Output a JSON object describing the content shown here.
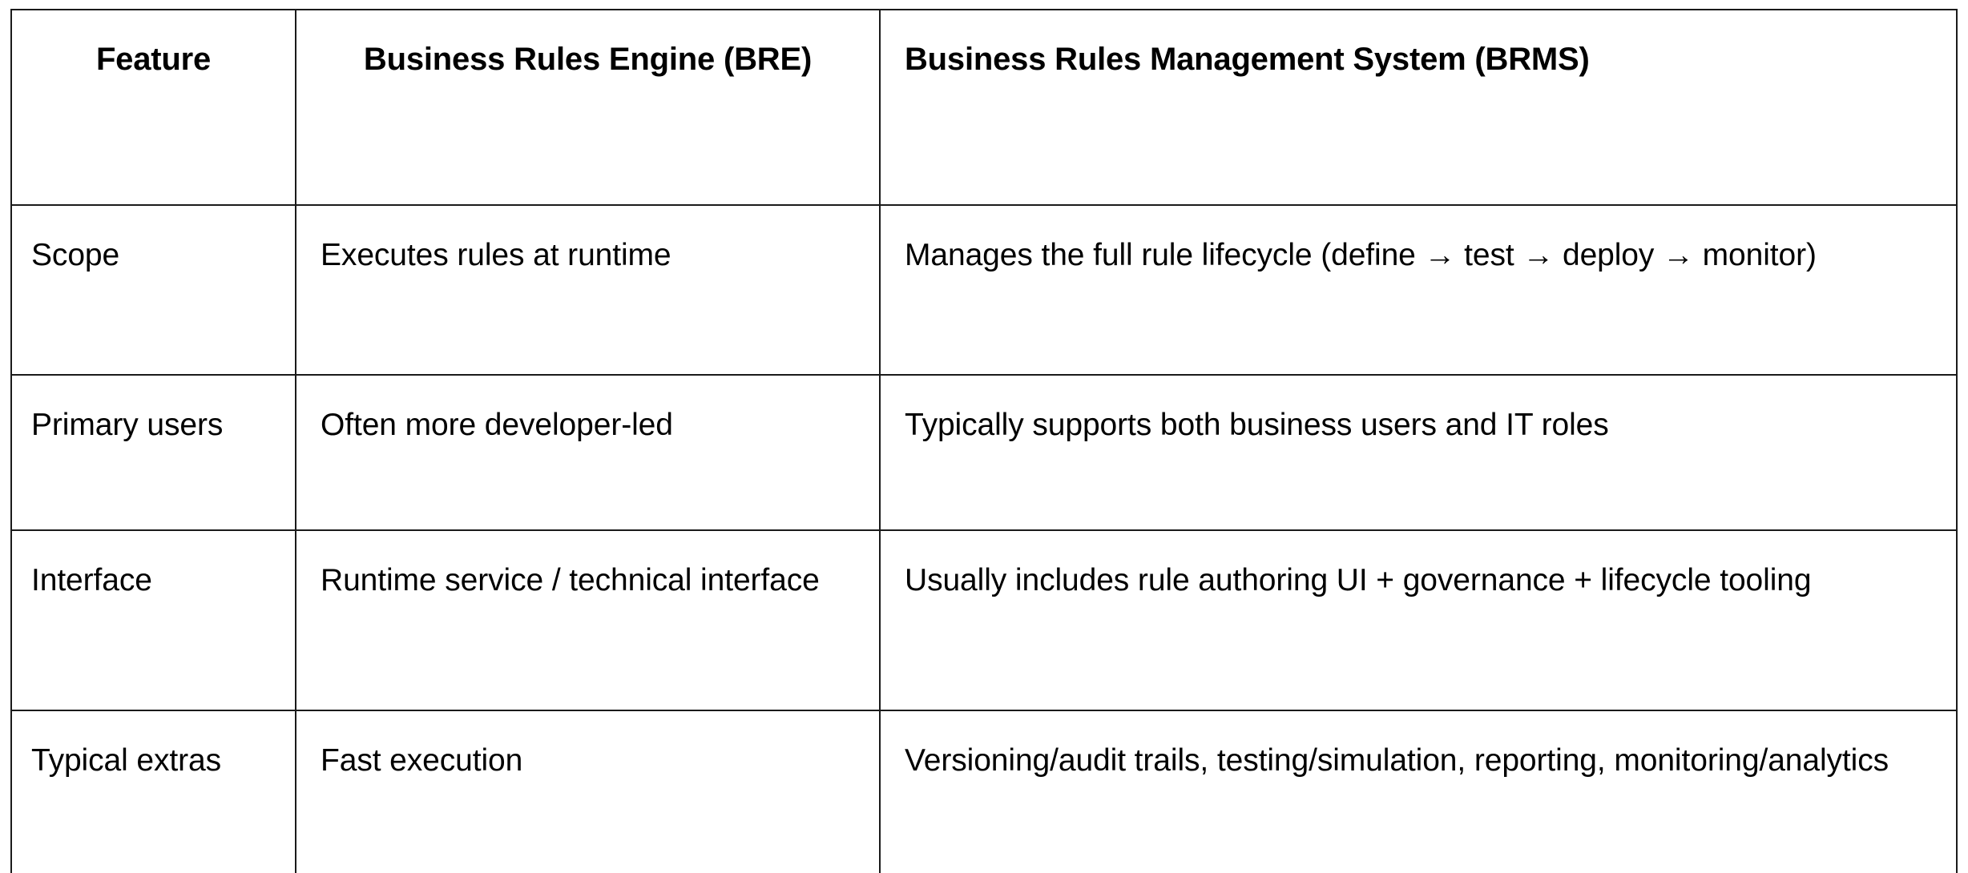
{
  "table": {
    "columns": [
      {
        "key": "feature",
        "label": "Feature"
      },
      {
        "key": "bre",
        "label": "Business Rules Engine (BRE)"
      },
      {
        "key": "brms",
        "label": "Business Rules Management System (BRMS)"
      }
    ],
    "rows": [
      {
        "feature": "Scope",
        "bre": "Executes rules at runtime",
        "brms": "Manages the full rule lifecycle (define → test → deploy → monitor)"
      },
      {
        "feature": "Primary users",
        "bre": "Often more developer-led",
        "brms": "Typically supports both business users and IT roles"
      },
      {
        "feature": "Interface",
        "bre": "Runtime service / technical interface",
        "brms": "Usually includes rule authoring UI + governance + lifecycle tooling"
      },
      {
        "feature": "Typical extras",
        "bre": "Fast execution",
        "brms": "Versioning/audit trails, testing/simulation, reporting, monitoring/analytics"
      }
    ]
  },
  "style": {
    "border_color": "#1a1a1a",
    "text_color": "#000000",
    "background": "#ffffff"
  }
}
